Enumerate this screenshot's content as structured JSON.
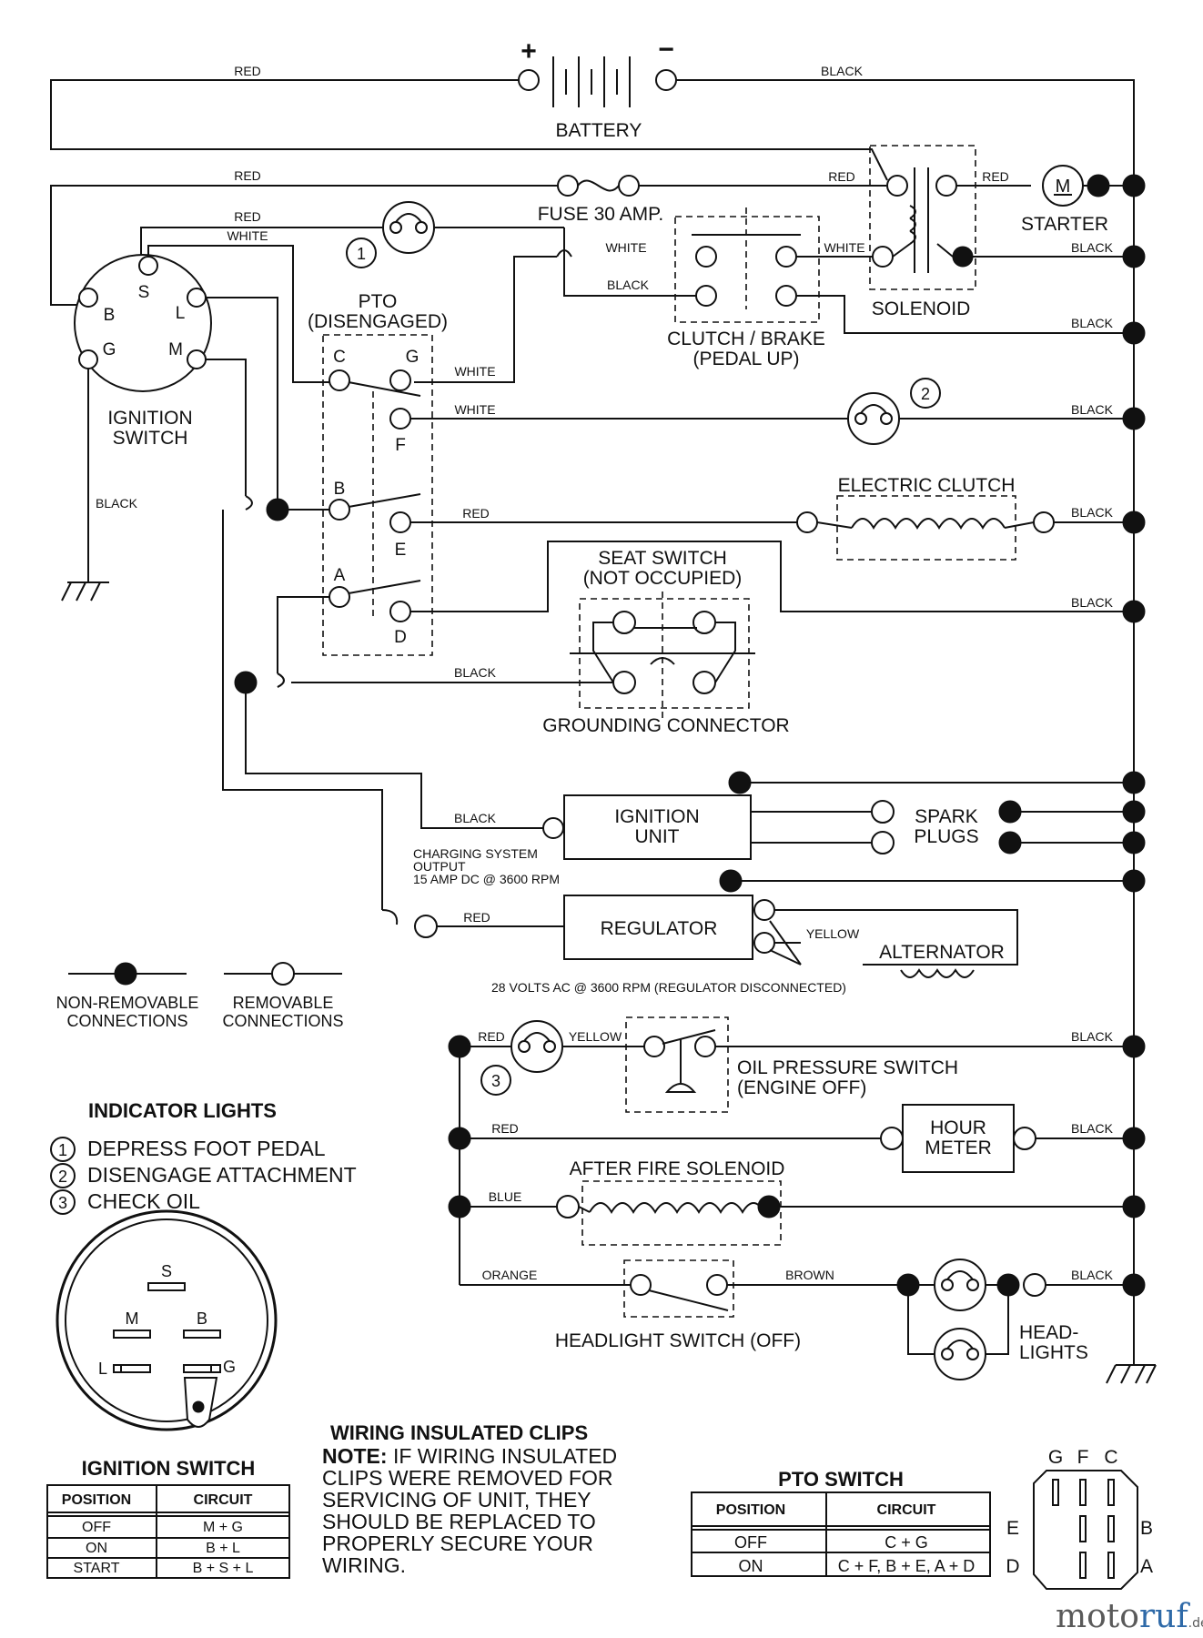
{
  "wire_colors": {
    "red": "RED",
    "black": "BLACK",
    "white": "WHITE",
    "yellow": "YELLOW",
    "blue": "BLUE",
    "orange": "ORANGE",
    "brown": "BROWN"
  },
  "components": {
    "battery": "BATTERY",
    "battery_plus": "+",
    "battery_minus": "−",
    "fuse": "FUSE 30 AMP.",
    "starter": "STARTER",
    "starter_motor_letter": "M",
    "solenoid": "SOLENOID",
    "clutch_brake_line1": "CLUTCH / BRAKE",
    "clutch_brake_line2": "(PEDAL UP)",
    "pto_line1": "PTO",
    "pto_line2": "(DISENGAGED)",
    "ignition_switch_line1": "IGNITION",
    "ignition_switch_line2": "SWITCH",
    "electric_clutch": "ELECTRIC CLUTCH",
    "seat_switch_line1": "SEAT SWITCH",
    "seat_switch_line2": "(NOT OCCUPIED)",
    "grounding_connector": "GROUNDING CONNECTOR",
    "ignition_unit_line1": "IGNITION",
    "ignition_unit_line2": "UNIT",
    "spark_plugs_line1": "SPARK",
    "spark_plugs_line2": "PLUGS",
    "charging_line1": "CHARGING SYSTEM",
    "charging_line2": "OUTPUT",
    "charging_line3": "15 AMP DC @ 3600 RPM",
    "regulator": "REGULATOR",
    "alternator": "ALTERNATOR",
    "alternator_note": "28 VOLTS AC @ 3600 RPM (REGULATOR DISCONNECTED)",
    "oil_pressure_line1": "OIL PRESSURE SWITCH",
    "oil_pressure_line2": "(ENGINE OFF)",
    "hour_meter_line1": "HOUR",
    "hour_meter_line2": "METER",
    "after_fire_solenoid": "AFTER FIRE SOLENOID",
    "headlight_switch": "HEADLIGHT SWITCH (OFF)",
    "headlights_line1": "HEAD-",
    "headlights_line2": "LIGHTS"
  },
  "ignition_terminals": {
    "s": "S",
    "b": "B",
    "l": "L",
    "g": "G",
    "m": "M"
  },
  "pto_terminals": {
    "c": "C",
    "g": "G",
    "f": "F",
    "b": "B",
    "e": "E",
    "a": "A",
    "d": "D"
  },
  "indicator_numbers": {
    "one": "1",
    "two": "2",
    "three": "3"
  },
  "legend": {
    "non_removable_line1": "NON-REMOVABLE",
    "non_removable_line2": "CONNECTIONS",
    "removable_line1": "REMOVABLE",
    "removable_line2": "CONNECTIONS"
  },
  "indicator_lights": {
    "title": "INDICATOR LIGHTS",
    "items": [
      {
        "num": "1",
        "text": "DEPRESS FOOT PEDAL"
      },
      {
        "num": "2",
        "text": "DISENGAGE ATTACHMENT"
      },
      {
        "num": "3",
        "text": "CHECK OIL"
      }
    ]
  },
  "ignition_face": {
    "s": "S",
    "m": "M",
    "b": "B",
    "l": "L",
    "g": "G"
  },
  "ignition_table": {
    "title": "IGNITION SWITCH",
    "headers": [
      "POSITION",
      "CIRCUIT"
    ],
    "rows": [
      [
        "OFF",
        "M + G"
      ],
      [
        "ON",
        "B + L"
      ],
      [
        "START",
        "B + S + L"
      ]
    ]
  },
  "clips_note": {
    "title": "WIRING INSULATED CLIPS",
    "note_label": "NOTE:",
    "lines": [
      " IF WIRING INSULATED",
      "CLIPS WERE REMOVED FOR",
      "SERVICING OF UNIT, THEY",
      "SHOULD BE REPLACED TO",
      "PROPERLY SECURE YOUR",
      "WIRING."
    ]
  },
  "pto_table": {
    "title": "PTO SWITCH",
    "headers": [
      "POSITION",
      "CIRCUIT"
    ],
    "rows": [
      [
        "OFF",
        "C + G"
      ],
      [
        "ON",
        "C + F, B + E, A + D"
      ]
    ]
  },
  "pto_face": {
    "g": "G",
    "f": "F",
    "c": "C",
    "e": "E",
    "b": "B",
    "d": "D",
    "a": "A"
  },
  "logo": {
    "part1": "moto",
    "part2": "ruf",
    "part3": ".de"
  }
}
